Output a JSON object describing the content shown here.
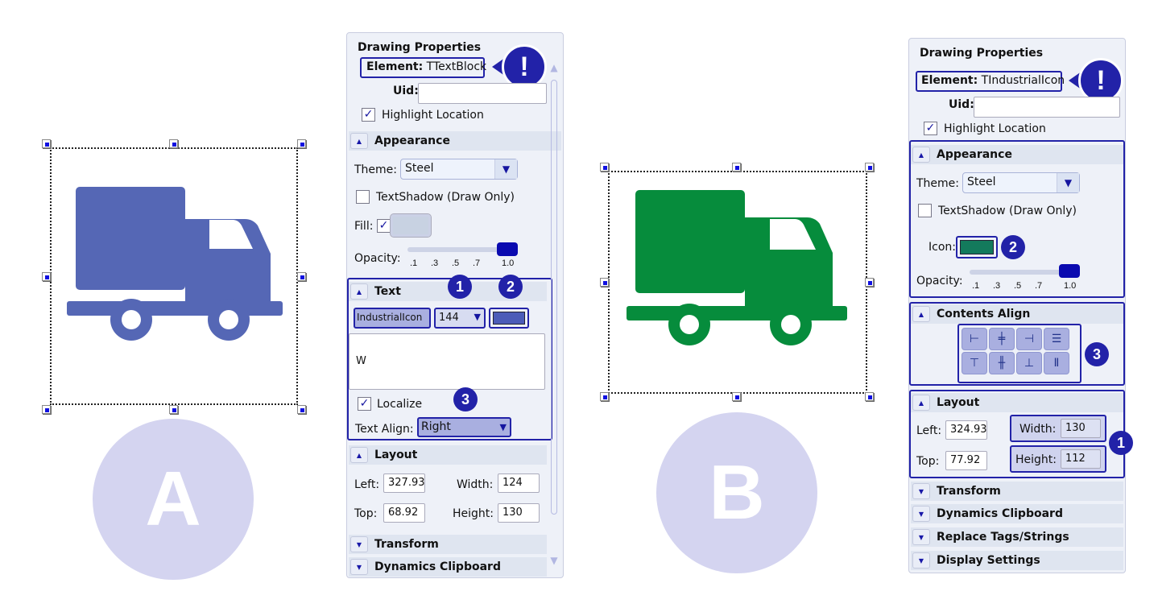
{
  "labels": {
    "a": "A",
    "b": "B"
  },
  "colors": {
    "truck_a": "#5567b5",
    "truck_b": "#068c3c",
    "annotation": "#2222a8"
  },
  "panel_a": {
    "title": "Drawing Properties",
    "element_label": "Element:",
    "element_value": "TTextBlock",
    "uid_label": "Uid:",
    "uid_value": "",
    "highlight_label": "Highlight Location",
    "appearance": "Appearance",
    "theme_label": "Theme:",
    "theme_value": "Steel",
    "textshadow_label": "TextShadow (Draw Only)",
    "fill_label": "Fill:",
    "opacity_label": "Opacity:",
    "opacity_ticks": [
      ".1",
      ".3",
      ".5",
      ".7",
      "1.0"
    ],
    "opacity_value": 1.0,
    "text_section": "Text",
    "font_value": "IndustrialIcon",
    "size_value": "144",
    "text_value": "W",
    "localize_label": "Localize",
    "text_align_label": "Text Align:",
    "text_align_value": "Right",
    "layout": "Layout",
    "left_label": "Left:",
    "left_value": "327.93",
    "top_label": "Top:",
    "top_value": "68.92",
    "width_label": "Width:",
    "width_value": "124",
    "height_label": "Height:",
    "height_value": "130",
    "transform": "Transform",
    "dynamics": "Dynamics Clipboard",
    "badges": [
      "!",
      "1",
      "2",
      "3"
    ]
  },
  "panel_b": {
    "title": "Drawing Properties",
    "element_label": "Element:",
    "element_value": "TIndustrialIcon",
    "uid_label": "Uid:",
    "uid_value": "",
    "highlight_label": "Highlight Location",
    "appearance": "Appearance",
    "theme_label": "Theme:",
    "theme_value": "Steel",
    "textshadow_label": "TextShadow (Draw Only)",
    "icon_label": "Icon:",
    "opacity_label": "Opacity:",
    "opacity_ticks": [
      ".1",
      ".3",
      ".5",
      ".7",
      "1.0"
    ],
    "opacity_value": 1.0,
    "contents_align": "Contents Align",
    "layout": "Layout",
    "left_label": "Left:",
    "left_value": "324.93",
    "top_label": "Top:",
    "top_value": "77.92",
    "width_label": "Width:",
    "width_value": "130",
    "height_label": "Height:",
    "height_value": "112",
    "transform": "Transform",
    "dynamics": "Dynamics Clipboard",
    "replace": "Replace Tags/Strings",
    "display": "Display Settings",
    "badges": [
      "!",
      "2",
      "3",
      "1"
    ]
  }
}
